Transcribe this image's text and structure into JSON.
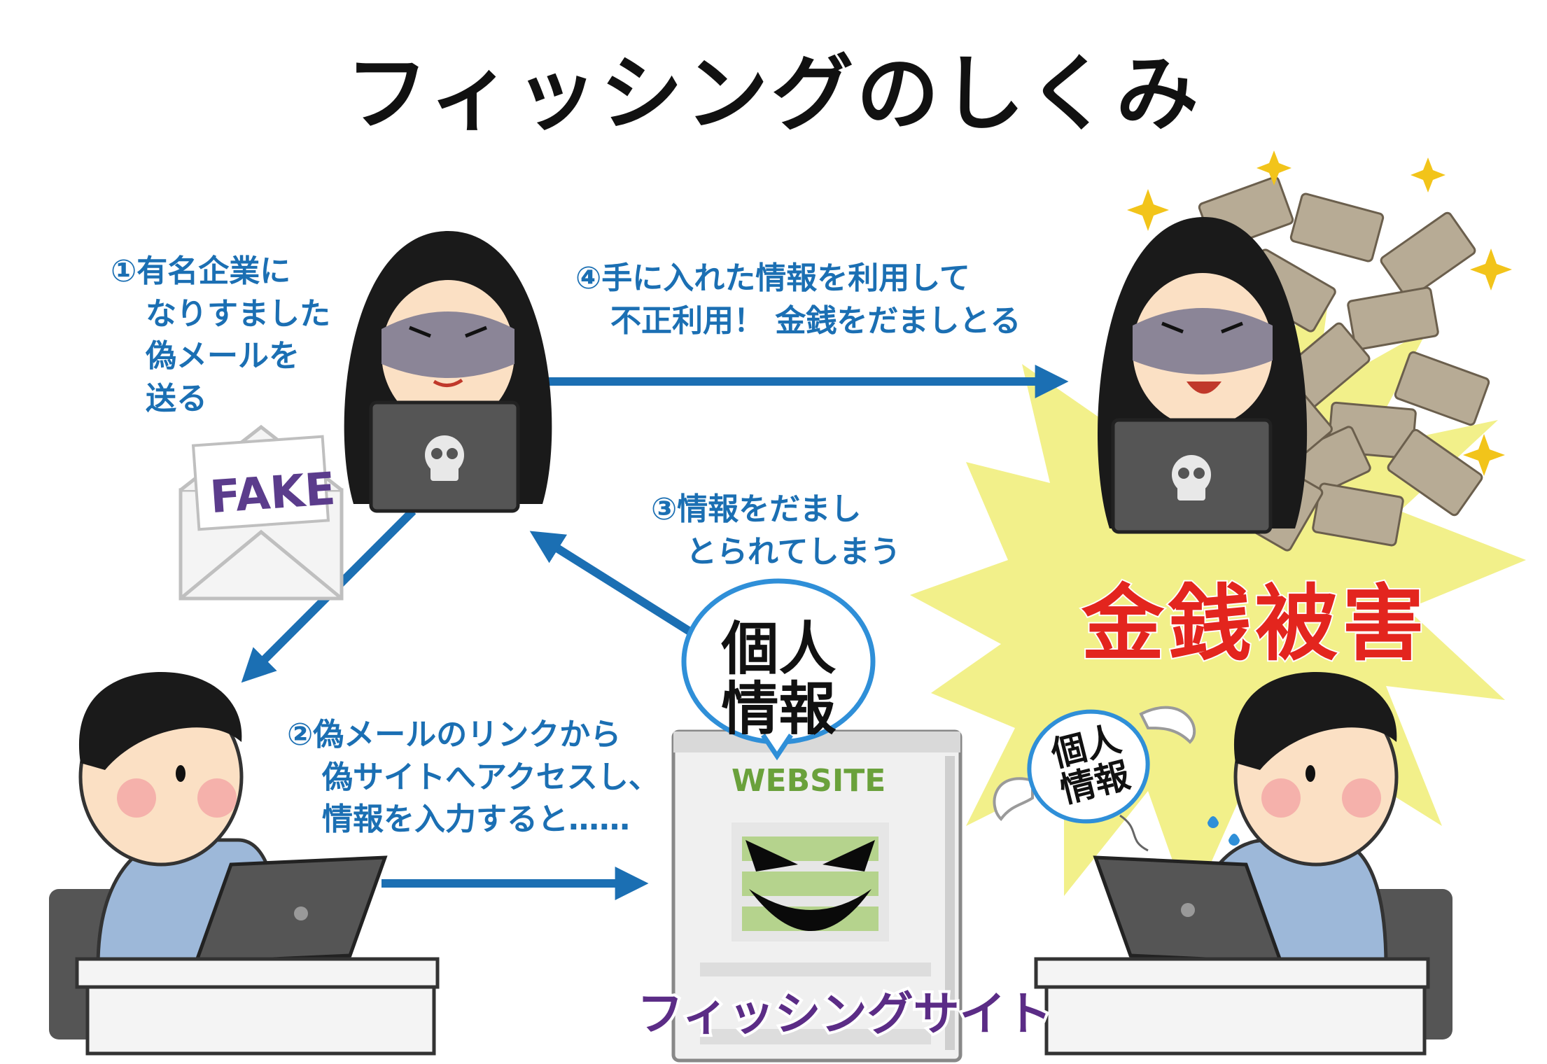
{
  "title": "フィッシングのしくみ",
  "steps": {
    "step1": [
      "①有名企業に",
      "なりすました",
      "偽メールを",
      "送る"
    ],
    "step2": [
      "②偽メールのリンクから",
      "偽サイトへアクセスし、",
      "情報を入力すると……"
    ],
    "step3": [
      "③情報をだまし",
      "とられてしまう"
    ],
    "step4": [
      "④手に入れた情報を利用して",
      "不正利用！ 金銭をだましとる"
    ]
  },
  "envelope_text": "FAKE",
  "website_text": "WEBSITE",
  "phishing_site_caption": "フィッシングサイト",
  "bubble_personal_info": [
    "個人",
    "情報"
  ],
  "flying_bubble_personal_info": [
    "個人",
    "情報"
  ],
  "damage_text": "金銭被害",
  "colors": {
    "arrow": "#1b6fb3",
    "step_text": "#1b6fb3",
    "damage_text": "#e3251e",
    "burst": "#f2f08a",
    "hacker_hood": "#1a1a1a",
    "laptop": "#555555",
    "shirt": "#9db8d9",
    "skin": "#fbe0c4",
    "money": "#b7ab95",
    "sparkle": "#f2c41a",
    "site_purple": "#5b2c86",
    "site_green": "#6aa13b"
  },
  "icons": [
    "hacker-icon",
    "skull-icon",
    "envelope-icon",
    "money-icon",
    "sparkle-icon",
    "victim-icon",
    "laptop-icon",
    "speech-bubble-icon",
    "wing-icon",
    "sweat-drop-icon",
    "evil-face-icon"
  ]
}
